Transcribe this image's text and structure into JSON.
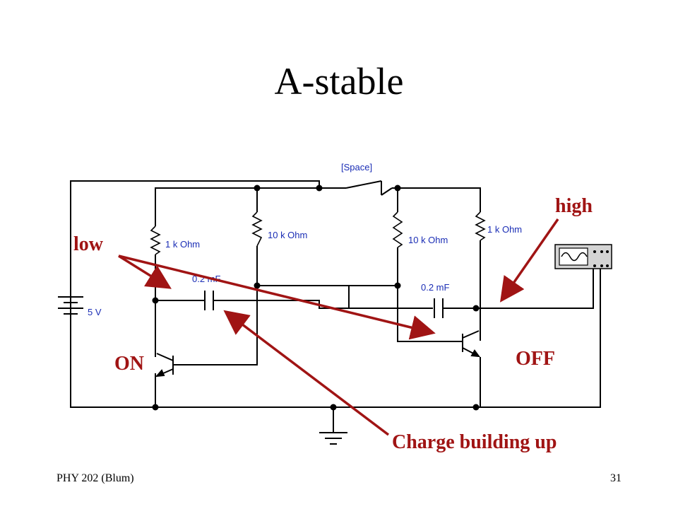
{
  "slide": {
    "title": "A-stable",
    "footer_left": "PHY 202 (Blum)",
    "page_number": "31"
  },
  "circuit": {
    "switch_label": "[Space]",
    "battery_label": "5 V",
    "r1_label": "1 k Ohm",
    "r2_label": "10 k Ohm",
    "r3_label": "10 k Ohm",
    "r4_label": "1 k Ohm",
    "c1_label": "0.2 mF",
    "c2_label": "0.2 mF",
    "wire_color": "#000000",
    "label_color": "#1a2db5",
    "instrument": "oscilloscope-icon"
  },
  "annotations": {
    "color": "#a01414",
    "low": "low",
    "high": "high",
    "on": "ON",
    "off": "OFF",
    "charge": "Charge building up"
  }
}
